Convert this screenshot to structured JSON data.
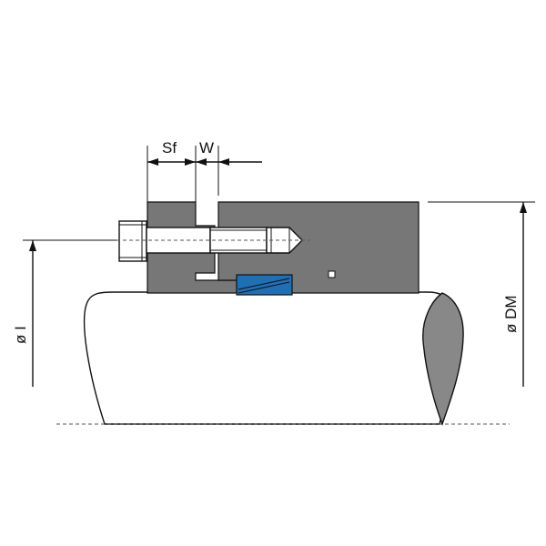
{
  "labels": {
    "sf": "Sf",
    "w": "W",
    "dm": "ø DM",
    "di": "ø I"
  },
  "colors": {
    "housing": "#777777",
    "seal_ring": "#1f6fb5",
    "shaft_fill": "#ffffff",
    "outline": "#111111"
  }
}
